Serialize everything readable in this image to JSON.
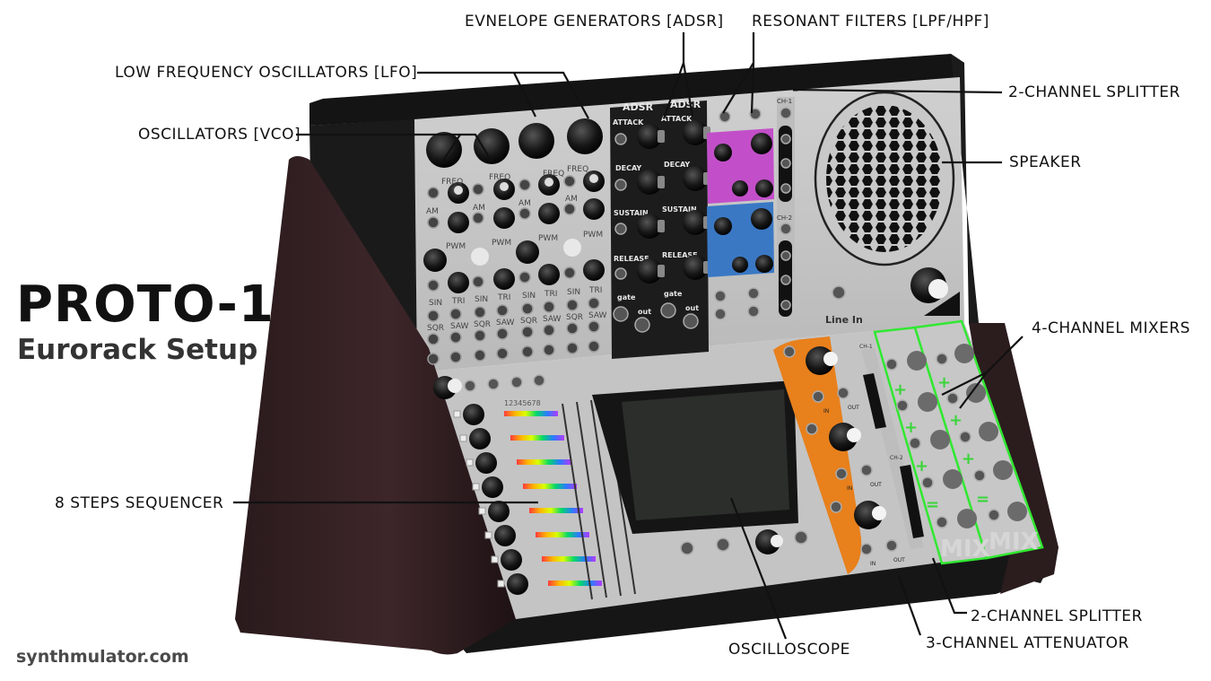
{
  "title": "PROTO-1",
  "subtitle": "Eurorack Setup",
  "website": "synthmulator.com",
  "callouts": {
    "envelope_generators": "EVNELOPE GENERATORS [ADSR]",
    "resonant_filters": "RESONANT FILTERS [LPF/HPF]",
    "lfo": "LOW FREQUENCY OSCILLATORS [LFO]",
    "splitter_top": "2-CHANNEL SPLITTER",
    "vco": "OSCILLATORS [VCO]",
    "speaker": "SPEAKER",
    "mixers": "4-CHANNEL MIXERS",
    "sequencer": "8 STEPS SEQUENCER",
    "splitter_bottom": "2-CHANNEL SPLITTER",
    "oscilloscope": "OSCILLOSCOPE",
    "attenuator": "3-CHANNEL ATTENUATOR"
  },
  "panel_labels": {
    "adsr_title": "ADSR",
    "attack": "ATTACK",
    "decay": "DECAY",
    "sustain": "SUSTAIN",
    "release": "RELEASE",
    "gate": "gate",
    "out": "out",
    "freq": "FREQ",
    "am": "AM",
    "pwm": "PWM",
    "sin": "SIN",
    "tri": "TRI",
    "sqr": "SQR",
    "saw": "SAW",
    "ch1": "CH-1",
    "ch2": "CH-2",
    "line_in": "Line In",
    "in": "IN",
    "out_caps": "OUT",
    "mix": "MIX",
    "plus": "+",
    "equals": "=",
    "step_numbers": "12345678"
  }
}
